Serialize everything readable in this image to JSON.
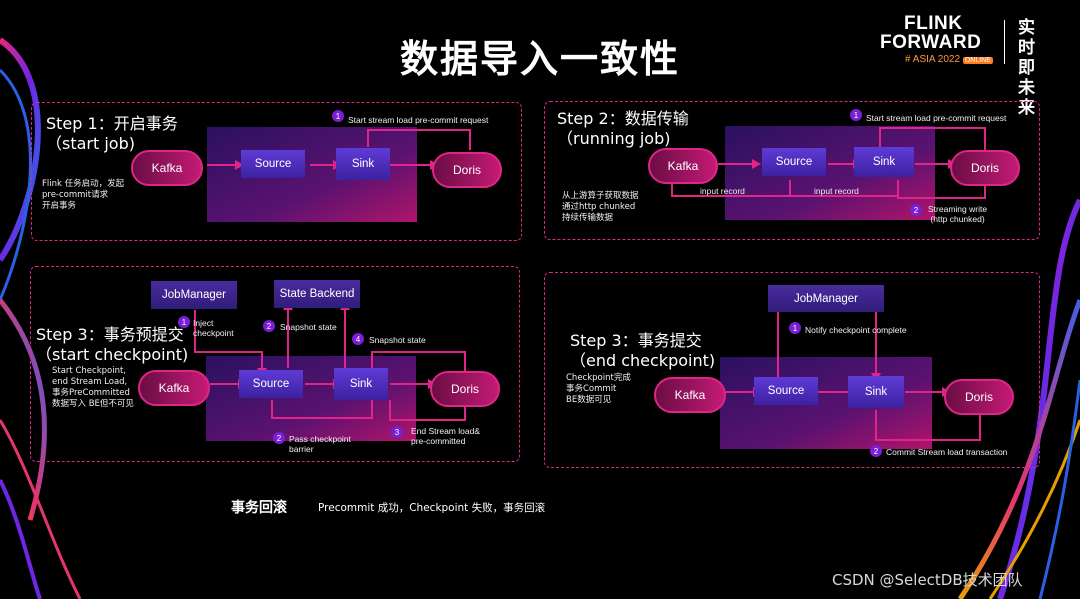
{
  "title": "数据导入一致性",
  "logo": {
    "line1": "FLINK",
    "line2": "FORWARD",
    "asia": "# ASIA 2022",
    "online": "ONLINE",
    "side": "实时即未来"
  },
  "step1": {
    "title": "Step 1：开启事务\n（start job)",
    "note": "Flink 任务启动，发起\npre-commit请求\n开启事务",
    "nodes": {
      "kafka": "Kafka",
      "source": "Source",
      "sink": "Sink",
      "doris": "Doris"
    },
    "labels": [
      {
        "num": "1",
        "text": "Start stream load pre-commit request"
      }
    ]
  },
  "step2": {
    "title": "Step 2：数据传输\n（running job)",
    "note": "从上游算子获取数据\n通过http chunked\n持续传输数据",
    "nodes": {
      "kafka": "Kafka",
      "source": "Source",
      "sink": "Sink",
      "doris": "Doris"
    },
    "labels": [
      {
        "num": "1",
        "text": "Start stream load pre-commit request"
      },
      {
        "num": "",
        "text": "input record"
      },
      {
        "num": "",
        "text": "input record"
      },
      {
        "num": "2",
        "text": "Streaming write\n(http chunked)"
      }
    ]
  },
  "step3a": {
    "title": "Step 3：事务预提交\n（start checkpoint)",
    "note": "Start Checkpoint,\nend Stream Load,\n事务PreCommitted\n数据写入 BE但不可见",
    "nodes": {
      "jobmanager": "JobManager",
      "statebackend": "State Backend",
      "kafka": "Kafka",
      "source": "Source",
      "sink": "Sink",
      "doris": "Doris"
    },
    "labels": [
      {
        "num": "1",
        "text": "Inject\ncheckpoint"
      },
      {
        "num": "2",
        "text": "Snapshot state"
      },
      {
        "num": "4",
        "text": "Snapshot state"
      },
      {
        "num": "2",
        "text": "Pass checkpoint\nbarrier"
      },
      {
        "num": "3",
        "text": "End Stream load&\npre-committed"
      }
    ]
  },
  "step3b": {
    "title": "Step 3：事务提交\n（end checkpoint)",
    "note": "Checkpoint完成\n事务Commit\nBE数据可见",
    "nodes": {
      "jobmanager": "JobManager",
      "kafka": "Kafka",
      "source": "Source",
      "sink": "Sink",
      "doris": "Doris"
    },
    "labels": [
      {
        "num": "1",
        "text": "Notify checkpoint complete"
      },
      {
        "num": "2",
        "text": "Commit Stream load transaction"
      }
    ]
  },
  "footer": {
    "heading": "事务回滚",
    "text": "Precommit 成功，Checkpoint 失败，事务回滚"
  },
  "watermark": "CSDN @SelectDB技术团队"
}
